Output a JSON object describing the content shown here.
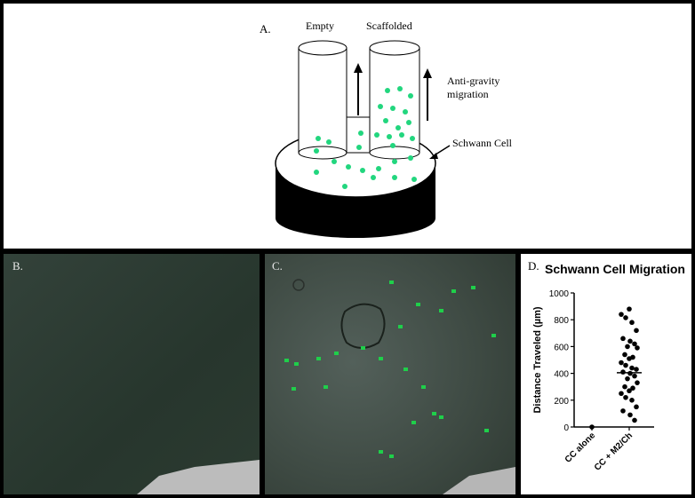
{
  "panel_a": {
    "label": "A.",
    "tube_left_label": "Empty",
    "tube_right_label": "Scaffolded",
    "migration_label_line1": "Anti-gravity",
    "migration_label_line2": "migration",
    "cell_label": "Schwann Cell",
    "cell_color": "#22d67e"
  },
  "panel_b": {
    "label": "B."
  },
  "panel_c": {
    "label": "C.",
    "cell_color": "#1fcf4a"
  },
  "panel_d": {
    "label": "D."
  },
  "chart_data": {
    "type": "scatter",
    "title": "Schwann Cell Migration",
    "xlabel": "",
    "ylabel": "Distance Traveled (µm)",
    "categories": [
      "CC alone",
      "CC + M2/Ch"
    ],
    "ylim": [
      0,
      1000
    ],
    "yticks": [
      0,
      200,
      400,
      600,
      800,
      1000
    ],
    "grid": false,
    "series": [
      {
        "category": "CC alone",
        "values": [
          0
        ],
        "mean": 0
      },
      {
        "category": "CC + M2/Ch",
        "mean": 405,
        "values": [
          880,
          840,
          815,
          780,
          720,
          660,
          640,
          620,
          600,
          590,
          540,
          520,
          510,
          480,
          460,
          440,
          430,
          410,
          400,
          380,
          360,
          330,
          300,
          290,
          270,
          250,
          220,
          200,
          150,
          120,
          90,
          50
        ]
      }
    ]
  }
}
